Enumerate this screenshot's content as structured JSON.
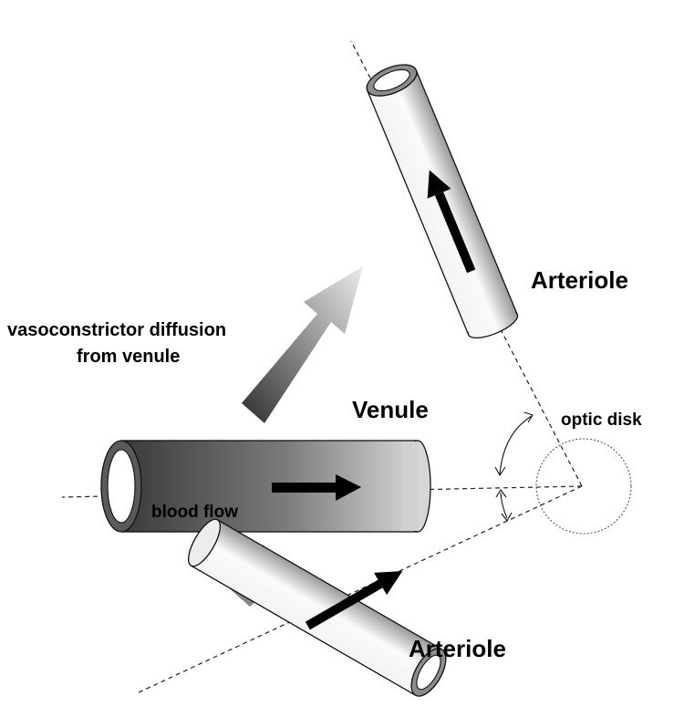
{
  "labels": {
    "arteriole_upper": "Arteriole",
    "arteriole_lower": "Arteriole",
    "venule": "Venule",
    "diffusion_line1": "vasoconstrictor diffusion",
    "diffusion_line2": "from venule",
    "optic_disk": "optic disk",
    "blood_flow": "blood flow"
  }
}
